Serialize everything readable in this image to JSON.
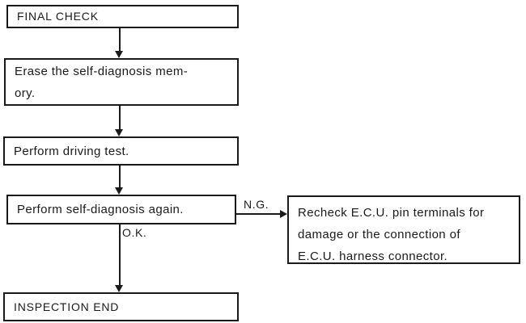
{
  "diagram": {
    "nodes": {
      "final_check": {
        "label": "FINAL CHECK"
      },
      "erase_memory": {
        "line1": "Erase the self-diagnosis mem-",
        "line2": "ory."
      },
      "driving_test": {
        "label": "Perform driving test."
      },
      "self_diagnosis": {
        "label": "Perform self-diagnosis again."
      },
      "inspection_end": {
        "label": "INSPECTION END"
      },
      "recheck_ecu": {
        "line1": "Recheck E.C.U. pin terminals for",
        "line2": "damage or the connection of",
        "line3": "E.C.U. harness connector."
      }
    },
    "edge_labels": {
      "ng": "N.G.",
      "ok": "O.K."
    },
    "colors": {
      "line": "#1a1a1a",
      "text": "#1a1a1a",
      "background": "#ffffff"
    }
  }
}
